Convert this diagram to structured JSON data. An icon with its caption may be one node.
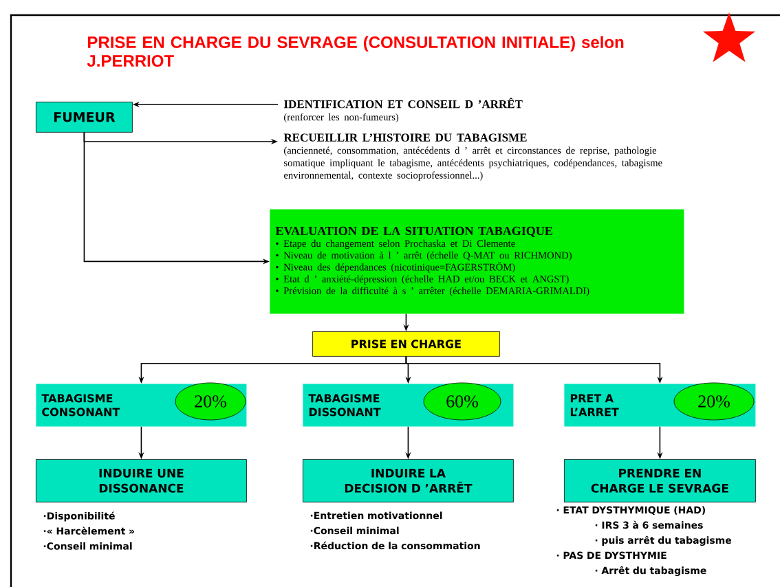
{
  "diagram": {
    "title": "PRISE EN CHARGE DU SEVRAGE (CONSULTATION INITIALE) selon J.PERRIOT",
    "nodes": [
      {
        "text": [
          "FUMEUR"
        ]
      },
      {
        "text": [
          "IDENTIFICATION ET CONSEIL D ’ARRÊT",
          "(renforcer les non-fumeurs)"
        ]
      },
      {
        "text": [
          "RECUEILLIR L’HISTOIRE DU TABAGISME",
          "(ancienneté, consommation, antécédents d ’ arrêt et circonstances de reprise, pathologie somatique impliquant le tabagisme, antécédents psychiatriques, codépendances, tabagisme environnemental, contexte socioprofessionnel...)"
        ]
      },
      {
        "text": [
          "EVALUATION DE LA SITUATION TABAGIQUE",
          "• Etape du changement selon Prochaska et Di Clemente",
          "• Niveau de motivation à l ’ arrêt (échelle Q-MAT ou RICHMOND)",
          "• Niveau des dépendances (nicotinique=FAGERSTRÖM)",
          "• Etat d ’ anxiété-dépression (échelle HAD et/ou BECK et ANGST)",
          "• Prévision de la difficulté à s ’ arrêter (échelle DEMARIA-GRIMALDI)"
        ]
      },
      {
        "text": [
          "PRISE EN CHARGE"
        ]
      },
      {
        "text": [
          "TABAGISME CONSONANT"
        ]
      },
      {
        "text": [
          "20%"
        ],
        "in": 5
      },
      {
        "text": [
          "TABAGISME DISSONANT"
        ]
      },
      {
        "text": [
          "60%"
        ],
        "in": 7
      },
      {
        "text": [
          "PRET A L’ARRET"
        ]
      },
      {
        "text": [
          "20%"
        ],
        "in": 9
      },
      {
        "text": [
          "INDUIRE UNE DISSONANCE"
        ],
        "beside": [
          "·Disponibilité",
          "·« Harcèlement »",
          "·Conseil minimal"
        ]
      },
      {
        "text": [
          "INDUIRE LA DECISION D ’ARRÊT"
        ],
        "beside": [
          "·Entretien motivationnel",
          "·Conseil minimal",
          "·Réduction de la consommation"
        ]
      },
      {
        "text": [
          "PRENDRE EN CHARGE LE SEVRAGE"
        ],
        "beside": [
          "· ETAT DYSTHYMIQUE (HAD)",
          "· IRS 3 à 6 semaines",
          "· puis arrêt du tabagisme",
          "· PAS DE DYSTHYMIE",
          "· Arrêt du tabagisme"
        ]
      }
    ],
    "edges": [
      {
        "from": 1,
        "to": 0,
        "arrow": "to"
      },
      {
        "from": 0,
        "to": 2,
        "arrow": "to"
      },
      {
        "from": 0,
        "to": 3,
        "arrow": "to"
      },
      {
        "from": 3,
        "to": 4,
        "arrow": "to"
      },
      {
        "from": 4,
        "to": 5,
        "arrow": "to"
      },
      {
        "from": 4,
        "to": 7,
        "arrow": "to"
      },
      {
        "from": 4,
        "to": 9,
        "arrow": "to"
      },
      {
        "from": 5,
        "to": 11,
        "arrow": "to"
      },
      {
        "from": 7,
        "to": 12,
        "arrow": "to"
      },
      {
        "from": 9,
        "to": 13,
        "arrow": "to"
      }
    ]
  }
}
